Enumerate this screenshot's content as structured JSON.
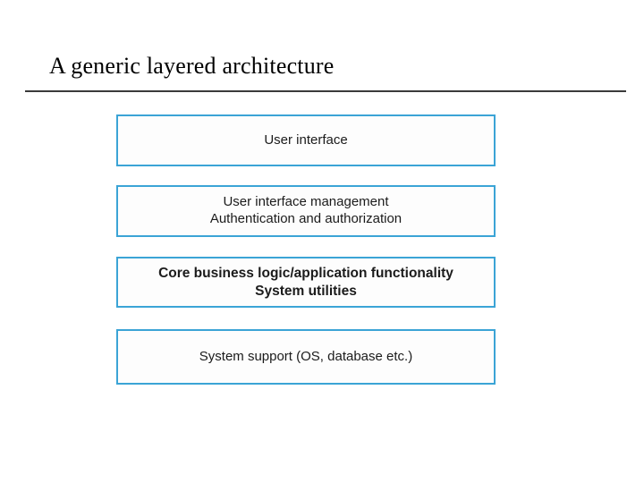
{
  "slide": {
    "title": "A generic layered architecture",
    "background_color": "#ffffff",
    "rule_color": "#3a3a3a"
  },
  "diagram": {
    "type": "layered-architecture",
    "orientation": "vertical-stack",
    "box_border_color": "#3ba4d6",
    "box_fill_color": "#fdfdfd",
    "box_shadow_color": "#7fd6f5",
    "text_color": "#1b1b1b",
    "layers": [
      {
        "id": "user-interface",
        "lines": [
          "User interface"
        ],
        "text": "User interface",
        "emphasis": "regular"
      },
      {
        "id": "ui-management",
        "lines": [
          "User interface management",
          "Authentication and authorization"
        ],
        "text": "User interface management\nAuthentication and authorization",
        "emphasis": "regular"
      },
      {
        "id": "core-business-logic",
        "lines": [
          "Core business logic/application functionality",
          "System utilities"
        ],
        "text": "Core business logic/application functionality\nSystem utilities",
        "emphasis": "bold"
      },
      {
        "id": "system-support",
        "lines": [
          "System support (OS, database etc.)"
        ],
        "text": "System support (OS, database etc.)",
        "emphasis": "regular"
      }
    ]
  }
}
